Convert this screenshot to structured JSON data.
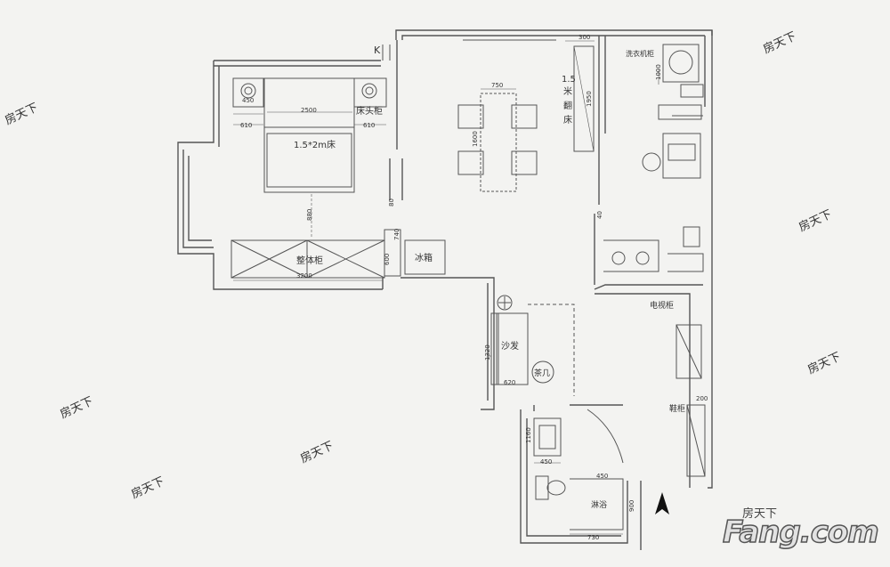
{
  "room_labels": {
    "bedside_cabinet": "床头柜",
    "bed": "1.5*2m床",
    "wardrobe": "整体柜",
    "fridge": "冰箱",
    "folding_bed_1": "1.5",
    "folding_bed_2": "米",
    "folding_bed_3": "翻",
    "folding_bed_4": "床",
    "washer_cabinet": "洗衣机柜",
    "tv_cabinet": "电视柜",
    "sofa": "沙发",
    "tea_table": "茶几",
    "shower": "淋浴",
    "shoe_cabinet": "鞋柜",
    "entry_mark": "K"
  },
  "dimensions": {
    "d450_nightstand": "450",
    "d610_left": "610",
    "d610_right": "610",
    "d2500_bed": "2500",
    "d880_aisle": "880",
    "d3200_wardrobe": "3200",
    "d600_wardrobe": "600",
    "d740": "740",
    "d80_door": "80",
    "d750_table": "750",
    "d1600_table": "1600",
    "d1950_foldbed": "1950",
    "d300_top": "300",
    "d1000_washer": "1000",
    "d40_kitchen": "40",
    "d1320_sofa": "1320",
    "d620_sofa": "620",
    "d450_basin": "450",
    "d450_shower": "450",
    "d730_shower": "730",
    "d900_shower": "900",
    "d200_shoe": "200",
    "d1160": "1160"
  },
  "watermark": "房天下",
  "brand": {
    "cn": "房天下",
    "en": "Fang.com"
  },
  "north_arrow_icon": "north-arrow-icon"
}
